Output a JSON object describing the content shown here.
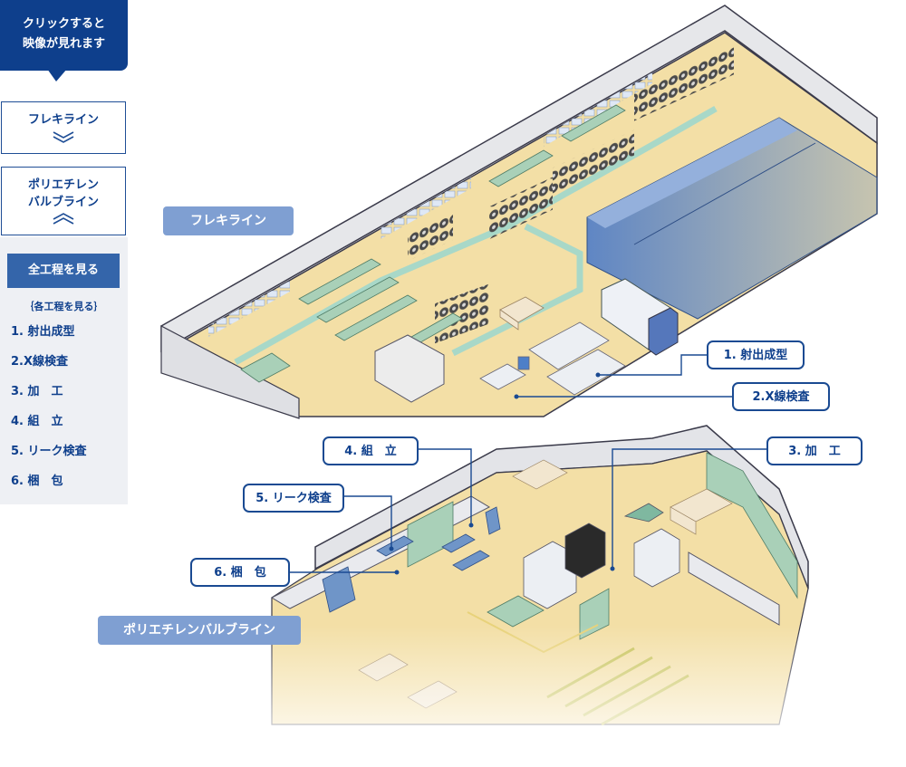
{
  "hint": {
    "line1": "クリックすると",
    "line2": "映像が見れます"
  },
  "lines": [
    {
      "label": "フレキライン",
      "expanded": false
    },
    {
      "label_line1": "ポリエチレン",
      "label_line2": "バルブライン",
      "expanded": true
    }
  ],
  "process_panel": {
    "all_button": "全工程を見る",
    "subtitle": "｛各工程を見る｝",
    "items": [
      "1. 射出成型",
      "2.X線検査",
      "3. 加　工",
      "4. 組　立",
      "5. リーク検査",
      "6. 梱　包"
    ]
  },
  "areas": {
    "upper": "フレキライン",
    "lower": "ポリエチレンバルブライン"
  },
  "callouts": [
    "1. 射出成型",
    "2.X線検査",
    "3. 加　工",
    "4. 組　立",
    "5. リーク検査",
    "6. 梱　包"
  ],
  "colors": {
    "brand": "#0e3f8c",
    "accent": "#3465aa",
    "tag": "#7f9fd2",
    "floor": "#f3dfa6",
    "walkway": "#a8d8c8",
    "rack": "#5f86c4",
    "machine": "#a9d0b8"
  }
}
